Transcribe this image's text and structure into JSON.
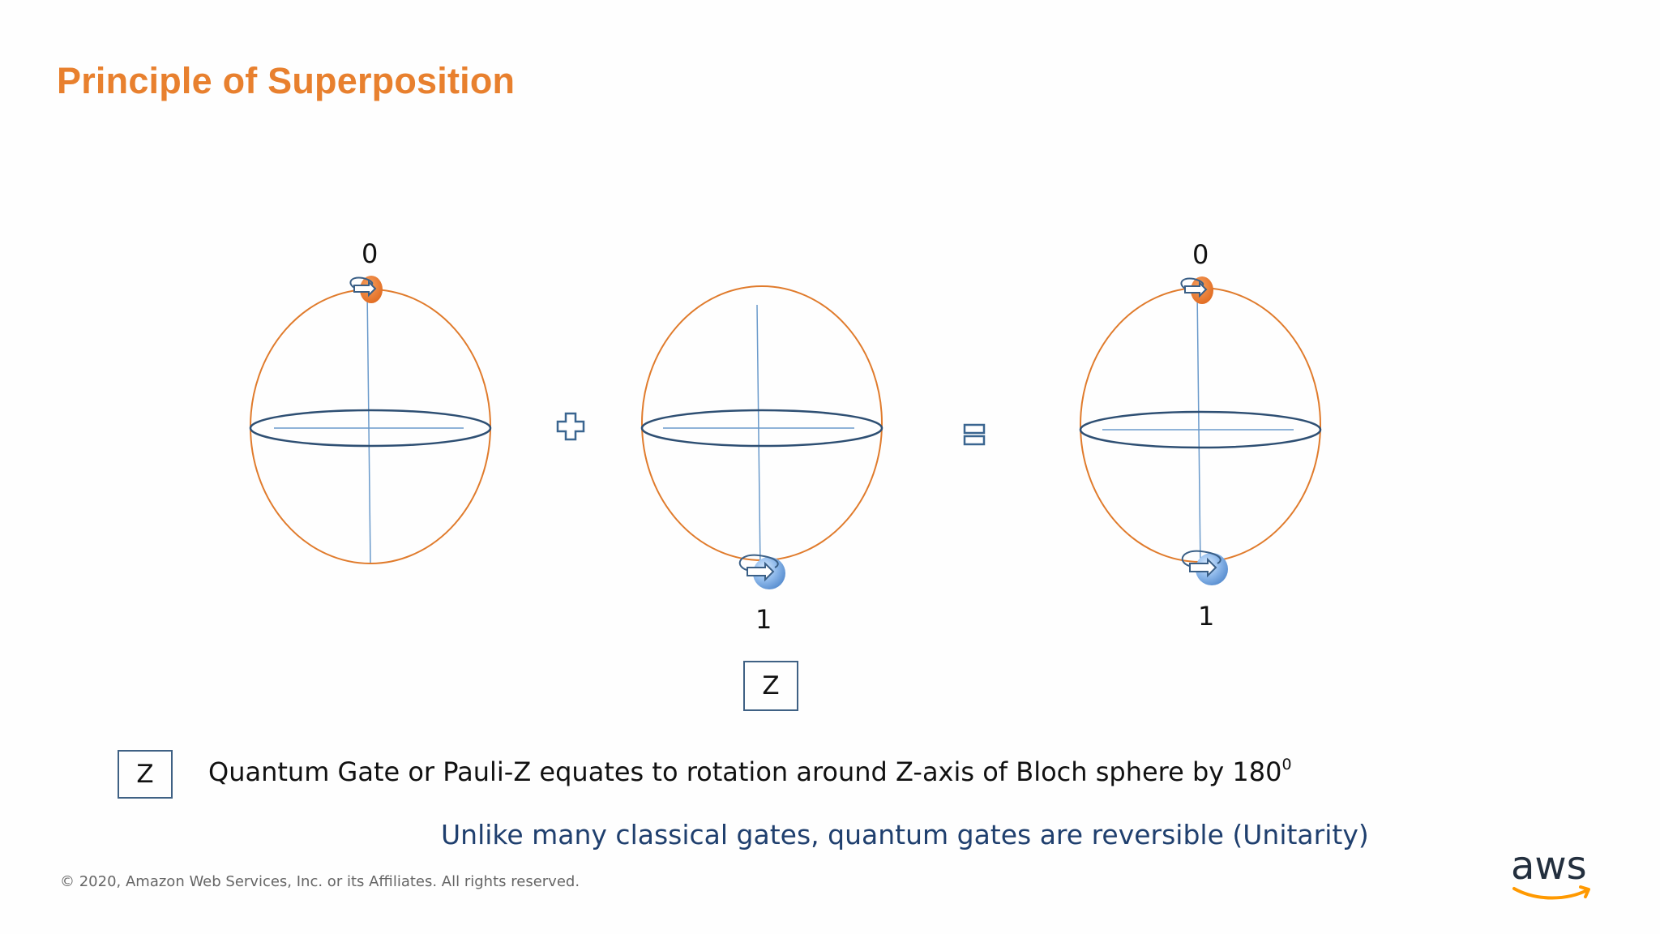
{
  "slide": {
    "title": "Principle of Superposition",
    "operators": {
      "plus": "+",
      "equals": "="
    },
    "spheres": [
      {
        "top_label": "0",
        "bottom_label": ""
      },
      {
        "top_label": "",
        "bottom_label": "1"
      },
      {
        "top_label": "0",
        "bottom_label": "1"
      }
    ],
    "diagram_gate_label": "Z",
    "legend": {
      "gate_label": "Z",
      "text": "Quantum Gate or Pauli-Z equates to rotation around Z-axis of Bloch sphere by 180",
      "superscript": "0"
    },
    "note": "Unlike many classical gates, quantum gates are reversible (Unitarity)",
    "footer": "© 2020, Amazon Web Services, Inc. or its Affiliates. All rights reserved.",
    "logo_text": "aws"
  },
  "colors": {
    "title": "#E8802E",
    "sphere_outline": "#E07B2C",
    "equator": "#2E4F73",
    "axis": "#6A9ACB",
    "state_zero": "#E8742A",
    "state_one": "#8DB8EA",
    "note": "#1F3F6E",
    "aws_smile": "#FF9900"
  }
}
